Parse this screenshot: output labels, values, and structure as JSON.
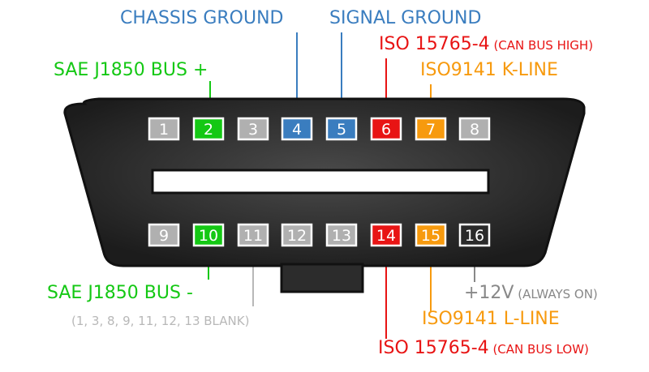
{
  "colors": {
    "green": "#14c814",
    "blue": "#3a7dbf",
    "red": "#e81414",
    "orange": "#f79a0e",
    "gray": "#888888",
    "light_gray": "#b8b8b8",
    "connector_body": "#2a2a2a",
    "blank_pin": "#b0b0b0",
    "dark_pin": "#2a2a2a"
  },
  "pins_top": [
    {
      "number": "1",
      "style": "blank"
    },
    {
      "number": "2",
      "style": "green"
    },
    {
      "number": "3",
      "style": "blank"
    },
    {
      "number": "4",
      "style": "blue"
    },
    {
      "number": "5",
      "style": "blue"
    },
    {
      "number": "6",
      "style": "red"
    },
    {
      "number": "7",
      "style": "orange"
    },
    {
      "number": "8",
      "style": "blank"
    }
  ],
  "pins_bottom": [
    {
      "number": "9",
      "style": "blank"
    },
    {
      "number": "10",
      "style": "green"
    },
    {
      "number": "11",
      "style": "blank"
    },
    {
      "number": "12",
      "style": "blank"
    },
    {
      "number": "13",
      "style": "blank"
    },
    {
      "number": "14",
      "style": "red"
    },
    {
      "number": "15",
      "style": "orange"
    },
    {
      "number": "16",
      "style": "dark"
    }
  ],
  "labels": {
    "chassis_ground": "CHASSIS GROUND",
    "signal_ground": "SIGNAL GROUND",
    "iso15765_high_main": "ISO 15765-4",
    "iso15765_high_sub": " (CAN BUS HIGH)",
    "iso9141_k": "ISO9141 K-LINE",
    "sae_plus": "SAE J1850 BUS +",
    "sae_minus": "SAE J1850 BUS -",
    "blank_note": "(1, 3, 8, 9, 11, 12, 13 BLANK)",
    "plus12v_main": "+12V",
    "plus12v_sub": " (ALWAYS ON)",
    "iso9141_l": "ISO9141 L-LINE",
    "iso15765_low_main": "ISO 15765-4",
    "iso15765_low_sub": " (CAN BUS LOW)"
  }
}
